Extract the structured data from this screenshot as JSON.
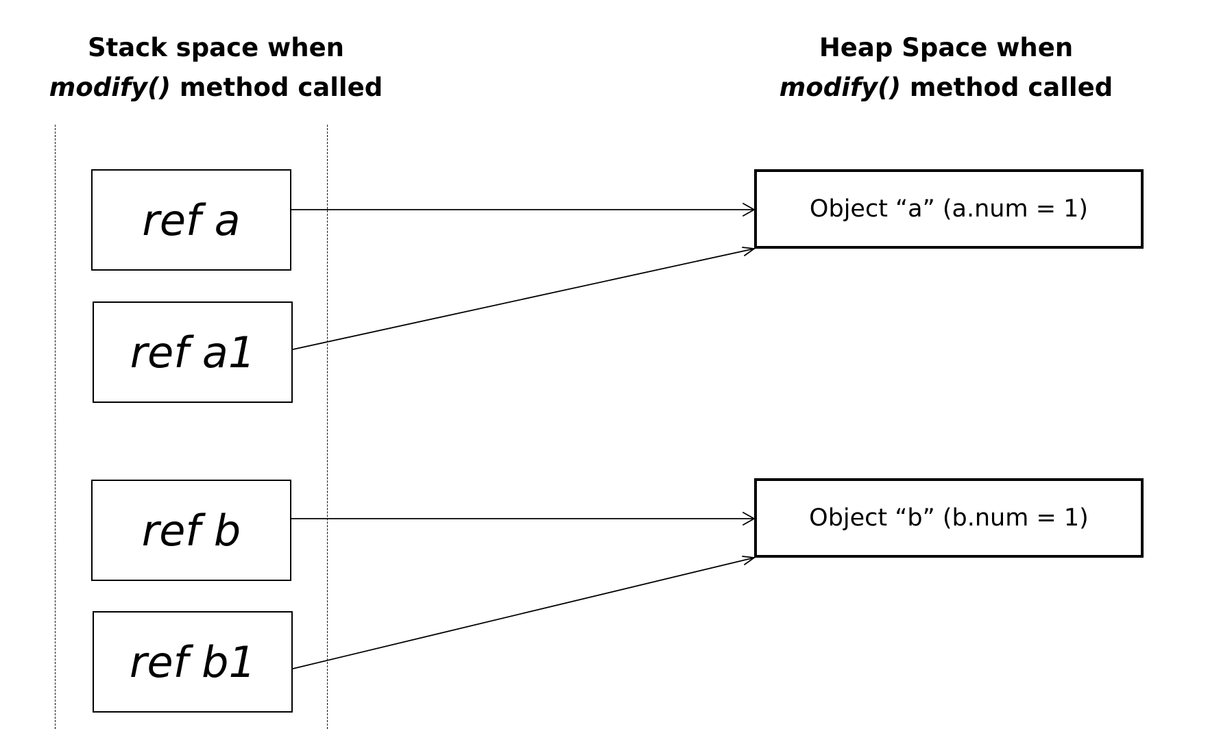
{
  "stack_heading": {
    "line1": "Stack space when",
    "method": "modify()",
    "line2_rest": " method called"
  },
  "heap_heading": {
    "line1": "Heap Space when",
    "method": "modify()",
    "line2_rest": " method called"
  },
  "stack_refs": [
    {
      "label": "ref a"
    },
    {
      "label": "ref a1"
    },
    {
      "label": "ref b"
    },
    {
      "label": "ref b1"
    }
  ],
  "heap_objects": [
    {
      "label": "Object “a” (a.num = 1)"
    },
    {
      "label": "Object “b” (b.num = 1)"
    }
  ],
  "references": [
    {
      "from": "ref a",
      "to": "Object a"
    },
    {
      "from": "ref a1",
      "to": "Object a"
    },
    {
      "from": "ref b",
      "to": "Object b"
    },
    {
      "from": "ref b1",
      "to": "Object b"
    }
  ]
}
